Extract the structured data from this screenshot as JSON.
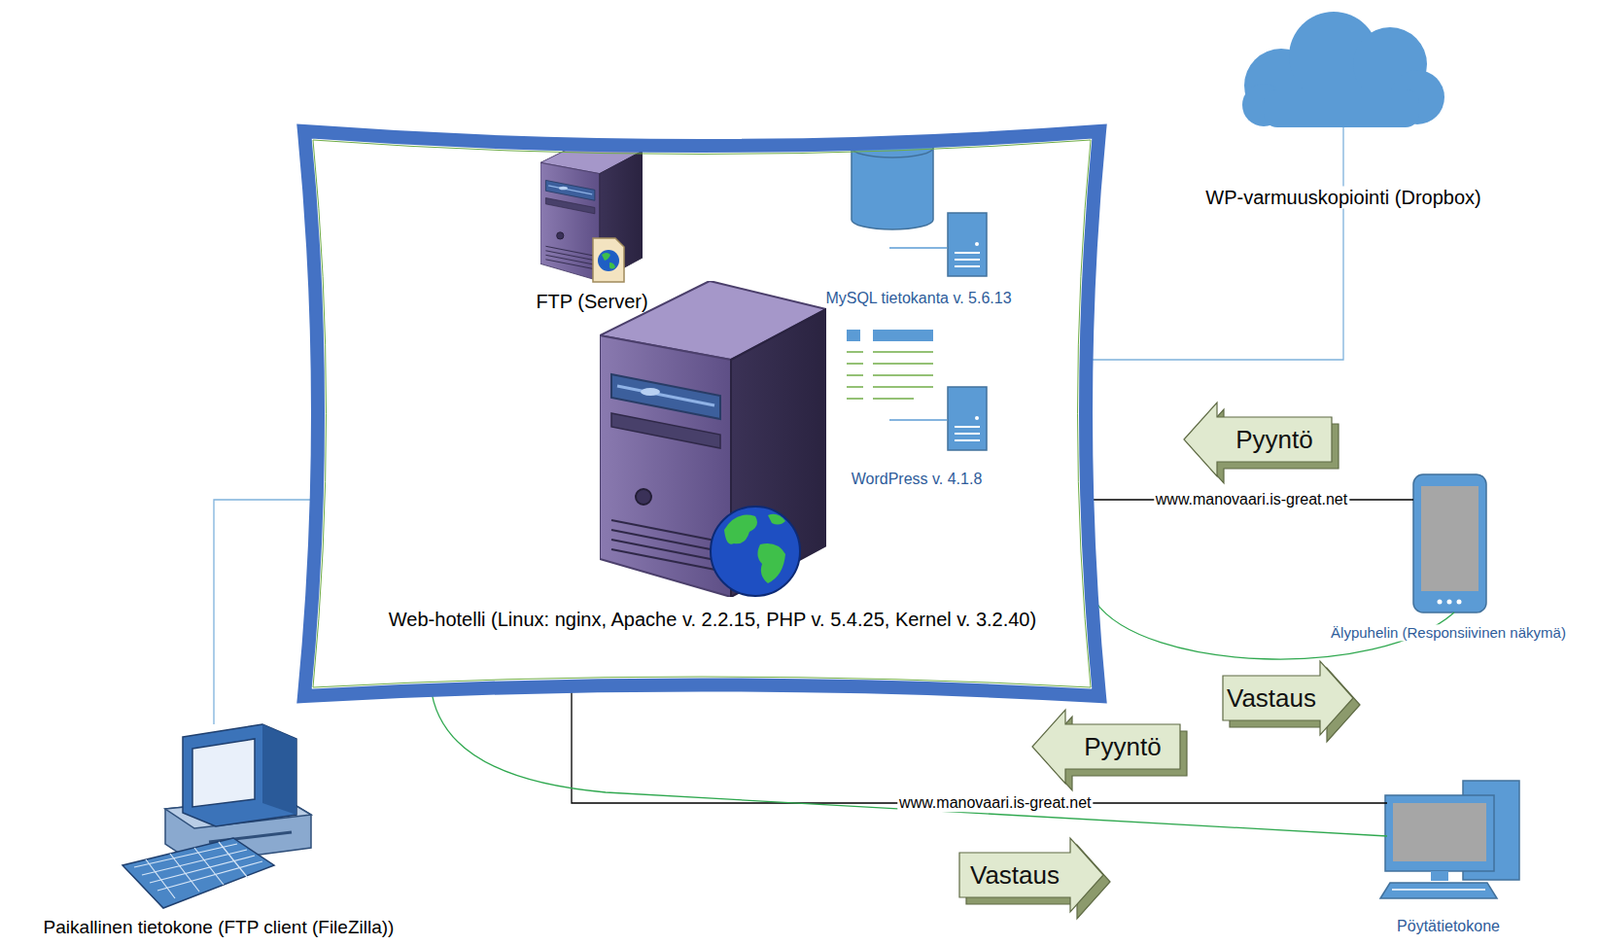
{
  "diagram": {
    "nodes": [
      {
        "text": [
          "Web-hotelli (Linux: nginx, Apache v. 2.2.15, PHP v. 5.4.25, Kernel v. 3.2.40)"
        ]
      },
      {
        "text": [
          "FTP (Server)"
        ],
        "in": 0
      },
      {
        "text": [
          "MySQL tietokanta v. 5.6.13"
        ],
        "in": 0
      },
      {
        "text": [
          "WordPress v. 4.1.8"
        ],
        "in": 0
      },
      {
        "text": [
          "WP-varmuuskopiointi (Dropbox)"
        ]
      },
      {
        "text": [
          "Älypuhelin (Responsiivinen näkymä)"
        ]
      },
      {
        "text": [
          "Pöytätietokone"
        ]
      },
      {
        "text": [
          "Paikallinen tietokone (FTP client (FileZilla))"
        ]
      }
    ],
    "edges": [
      {
        "from": 0,
        "to": 4,
        "arrow": "none"
      },
      {
        "from": 0,
        "to": 5,
        "label": "www.manovaari.is-great.net",
        "arrow": "none"
      },
      {
        "from": 0,
        "to": 5,
        "arrow": "none"
      },
      {
        "from": 0,
        "to": 6,
        "label": "www.manovaari.is-great.net",
        "arrow": "none"
      },
      {
        "from": 0,
        "to": 6,
        "arrow": "none"
      },
      {
        "from": 7,
        "to": 0,
        "arrow": "none"
      }
    ],
    "labels": [
      "Pyyntö",
      "Vastaus",
      "Pyyntö",
      "Vastaus"
    ]
  }
}
